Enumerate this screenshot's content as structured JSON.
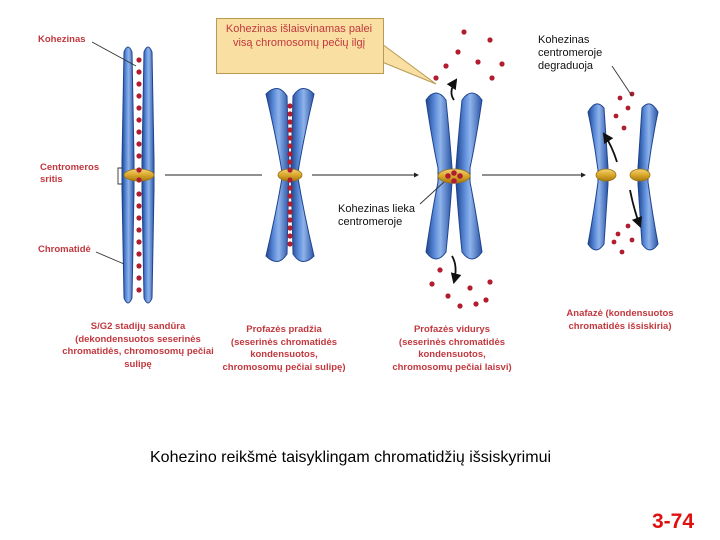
{
  "callout": {
    "text": "Kohezinas išlaisvinamas palei visą chromosomų pečių ilgį"
  },
  "labels": {
    "cohesin": "Kohezinas",
    "centromere_region": "Centromeros sritis",
    "chromatid": "Chromatidė",
    "cohesin_degraded": "Kohezinas centromeroje degraduoja",
    "cohesin_remains": "Kohezinas lieka centromeroje"
  },
  "stages": [
    {
      "caption": "S/G2 stadijų sandūra (dekondensuotos seserinės chromatidės, chromosomų pečiai sulipę"
    },
    {
      "caption": "Profazės pradžia (seserinės chromatidės kondensuotos, chromosomų pečiai sulipę)"
    },
    {
      "caption": "Profazės vidurys (seserinės chromatidės kondensuotos, chromosomų pečiai laisvi)"
    },
    {
      "caption": "Anafazė (kondensuotos chromatidės išsiskiria)"
    }
  ],
  "caption": "Kohezino reikšmė taisyklingam chromatidžių išsiskyrimui",
  "page_number": "3-74",
  "colors": {
    "chromatid": "#3c6fc4",
    "chromatid_light": "#8fb3ea",
    "chromatid_dark": "#1f4590",
    "cohesin": "#b01d2e",
    "centromere": "#d9a82a",
    "label_red": "#c2383f",
    "callout_bg": "#f9dfa1",
    "page_number": "#e01010"
  }
}
